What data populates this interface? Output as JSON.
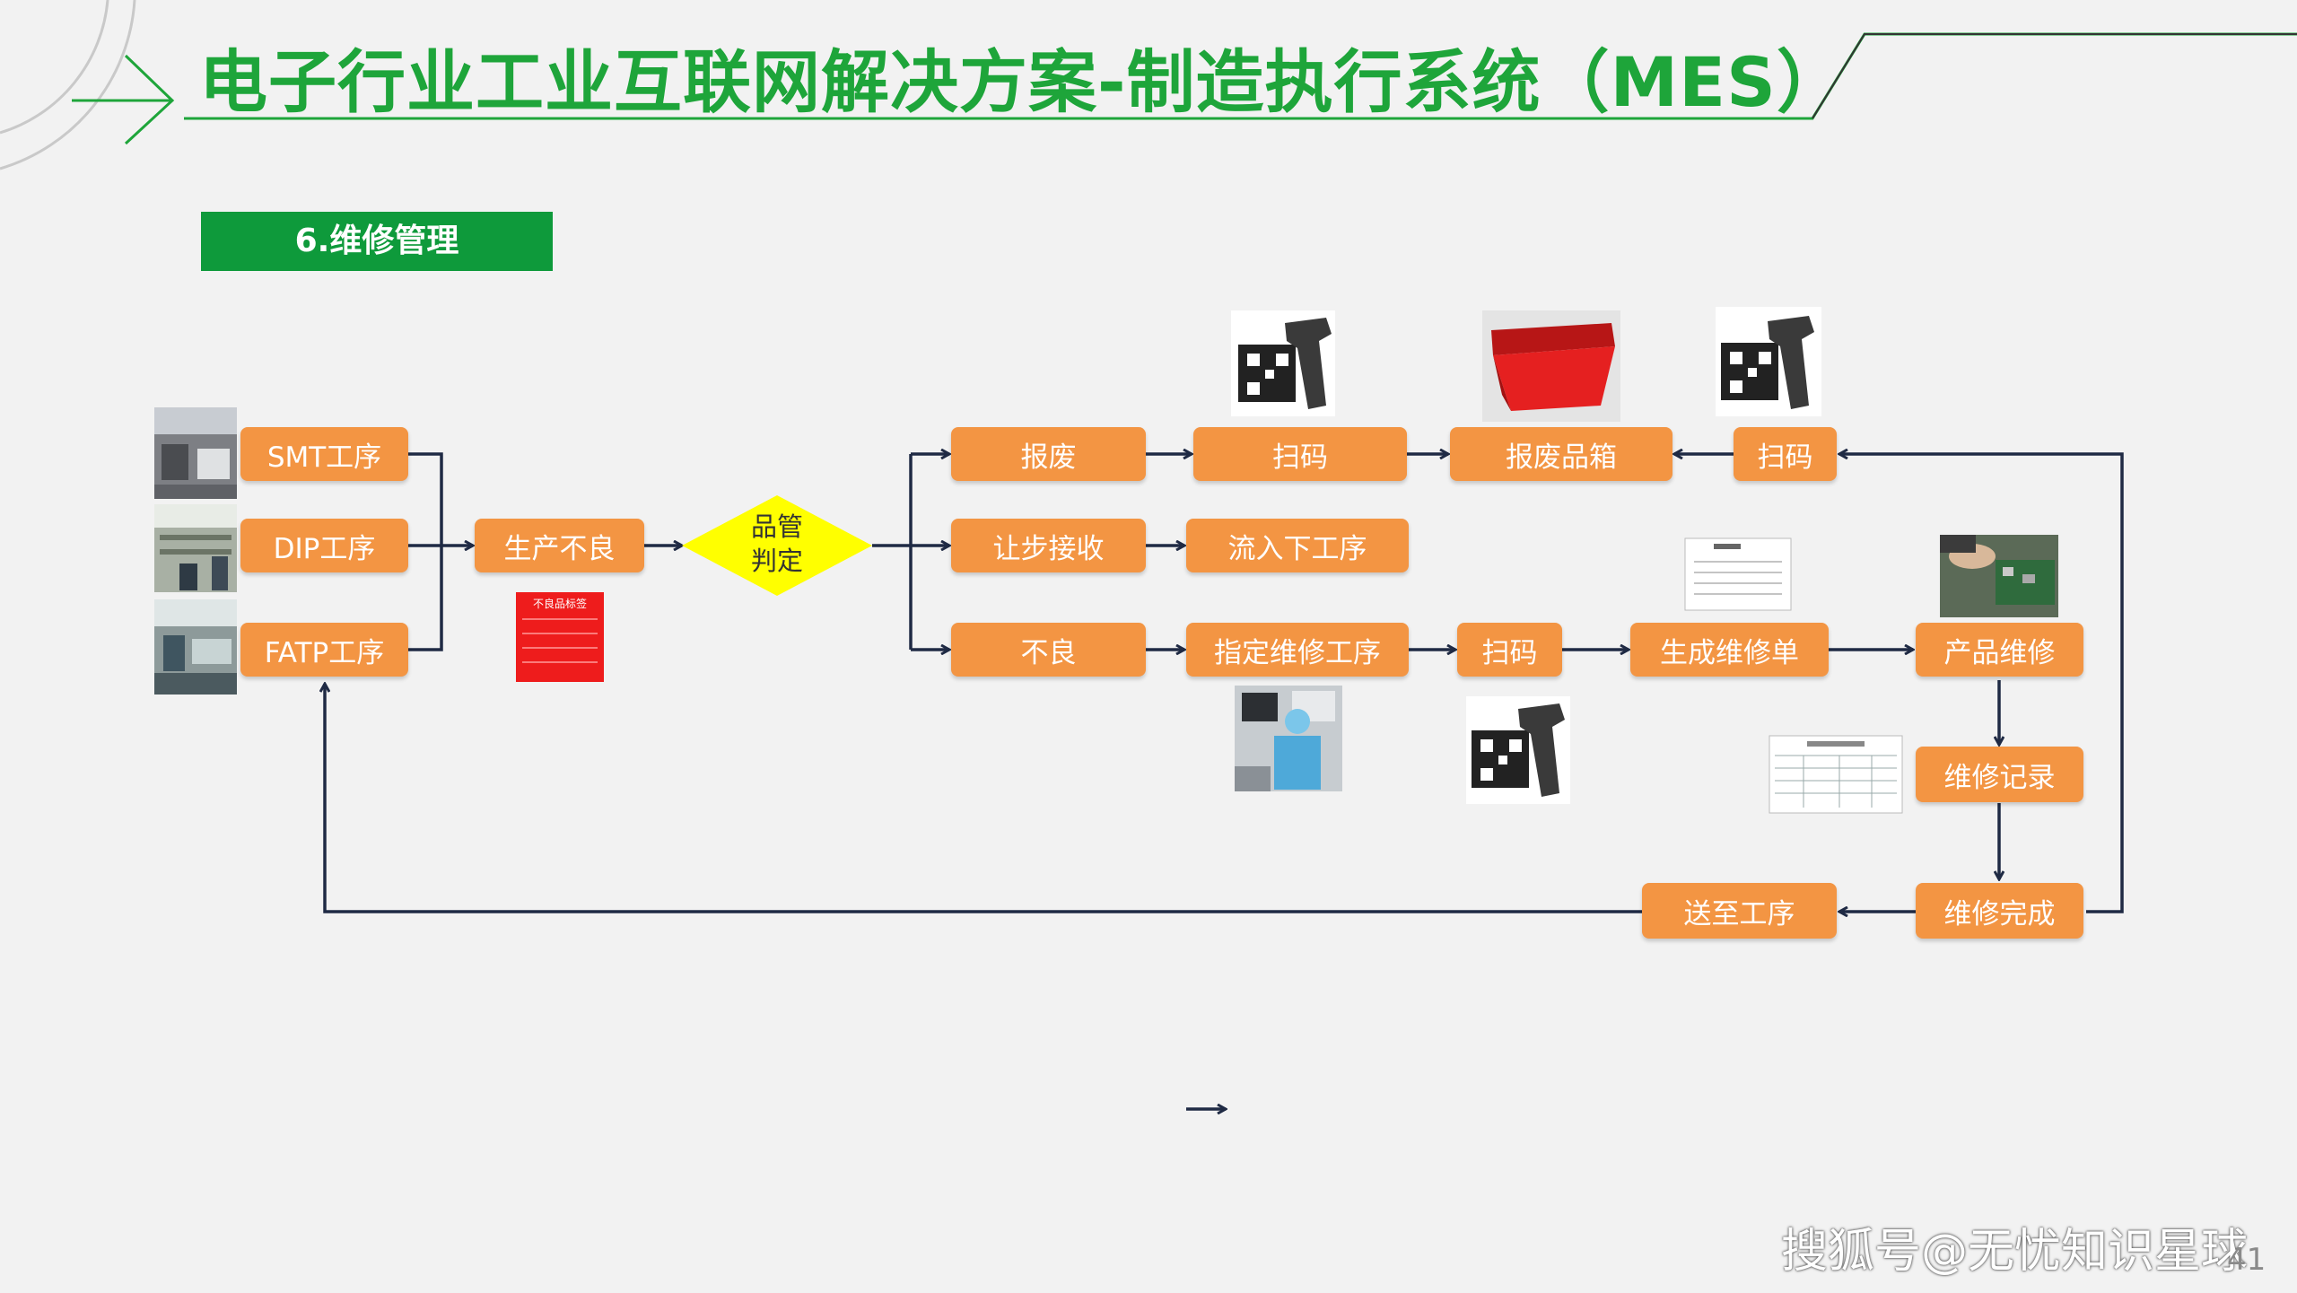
{
  "header": {
    "title": "电子行业工业互联网解决方案-制造执行系统（MES）",
    "section_label": "6.维修管理"
  },
  "processes": {
    "smt": "SMT工序",
    "dip": "DIP工序",
    "fatp": "FATP工序"
  },
  "flow": {
    "defect": "生产不良",
    "qc_decision_line1": "品管",
    "qc_decision_line2": "判定",
    "scrap": "报废",
    "scan_1": "扫码",
    "scrap_bin": "报废品箱",
    "scan_2": "扫码",
    "concession": "让步接收",
    "next_process": "流入下工序",
    "defective": "不良",
    "assign_repair": "指定维修工序",
    "scan_3": "扫码",
    "create_order": "生成维修单",
    "product_repair": "产品维修",
    "repair_record": "维修记录",
    "repair_done": "维修完成",
    "send_to_process": "送至工序"
  },
  "defect_tag_title": "不良品标签",
  "watermark": "搜狐号@无忧知识星球",
  "page_number": "41",
  "colors": {
    "title_green": "#1ea53a",
    "label_green": "#0e9a3b",
    "box_orange": "#f39543",
    "diamond_yellow": "#ffff00",
    "arrow_navy": "#1f2a44"
  }
}
